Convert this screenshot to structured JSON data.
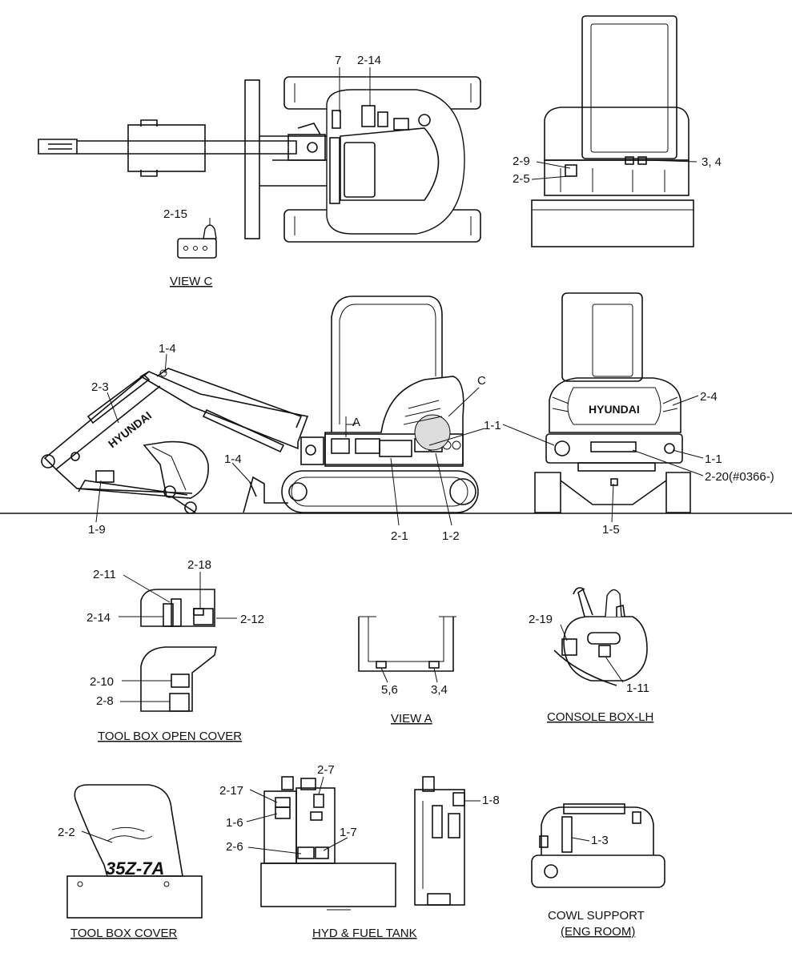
{
  "views": {
    "view_c": "VIEW C",
    "view_a": "VIEW A",
    "tool_box_open_cover": "TOOL BOX OPEN COVER",
    "console_box_lh": "CONSOLE BOX-LH",
    "tool_box_cover": "TOOL BOX COVER",
    "hyd_fuel_tank": "HYD & FUEL TANK",
    "cowl_support_line1": "COWL SUPPORT",
    "cowl_support_line2": "(ENG ROOM)"
  },
  "emblem": {
    "brand": "HYUNDAI",
    "model": "35Z-7A"
  },
  "callouts": {
    "c_7": "7",
    "c_2_14_top": "2-14",
    "c_2_15": "2-15",
    "c_2_9": "2-9",
    "c_2_5": "2-5",
    "c_3_4_rear": "3, 4",
    "c_1_4_arm": "1-4",
    "c_2_3": "2-3",
    "c_1_4_blade": "1-4",
    "c_1_9": "1-9",
    "c_a": "A",
    "c_c": "C",
    "c_1_1_side": "1-1",
    "c_2_1": "2-1",
    "c_1_2": "1-2",
    "c_2_4": "2-4",
    "c_1_1_rear": "1-1",
    "c_2_20": "2-20(#0366-)",
    "c_1_5": "1-5",
    "c_2_11": "2-11",
    "c_2_18": "2-18",
    "c_2_14_box": "2-14",
    "c_2_12": "2-12",
    "c_2_10": "2-10",
    "c_2_8": "2-8",
    "c_5_6": "5,6",
    "c_3_4_va": "3,4",
    "c_2_19": "2-19",
    "c_1_11": "1-11",
    "c_2_2": "2-2",
    "c_2_17": "2-17",
    "c_2_7": "2-7",
    "c_1_6": "1-6",
    "c_2_6": "2-6",
    "c_1_7": "1-7",
    "c_1_8": "1-8",
    "c_1_3": "1-3"
  }
}
